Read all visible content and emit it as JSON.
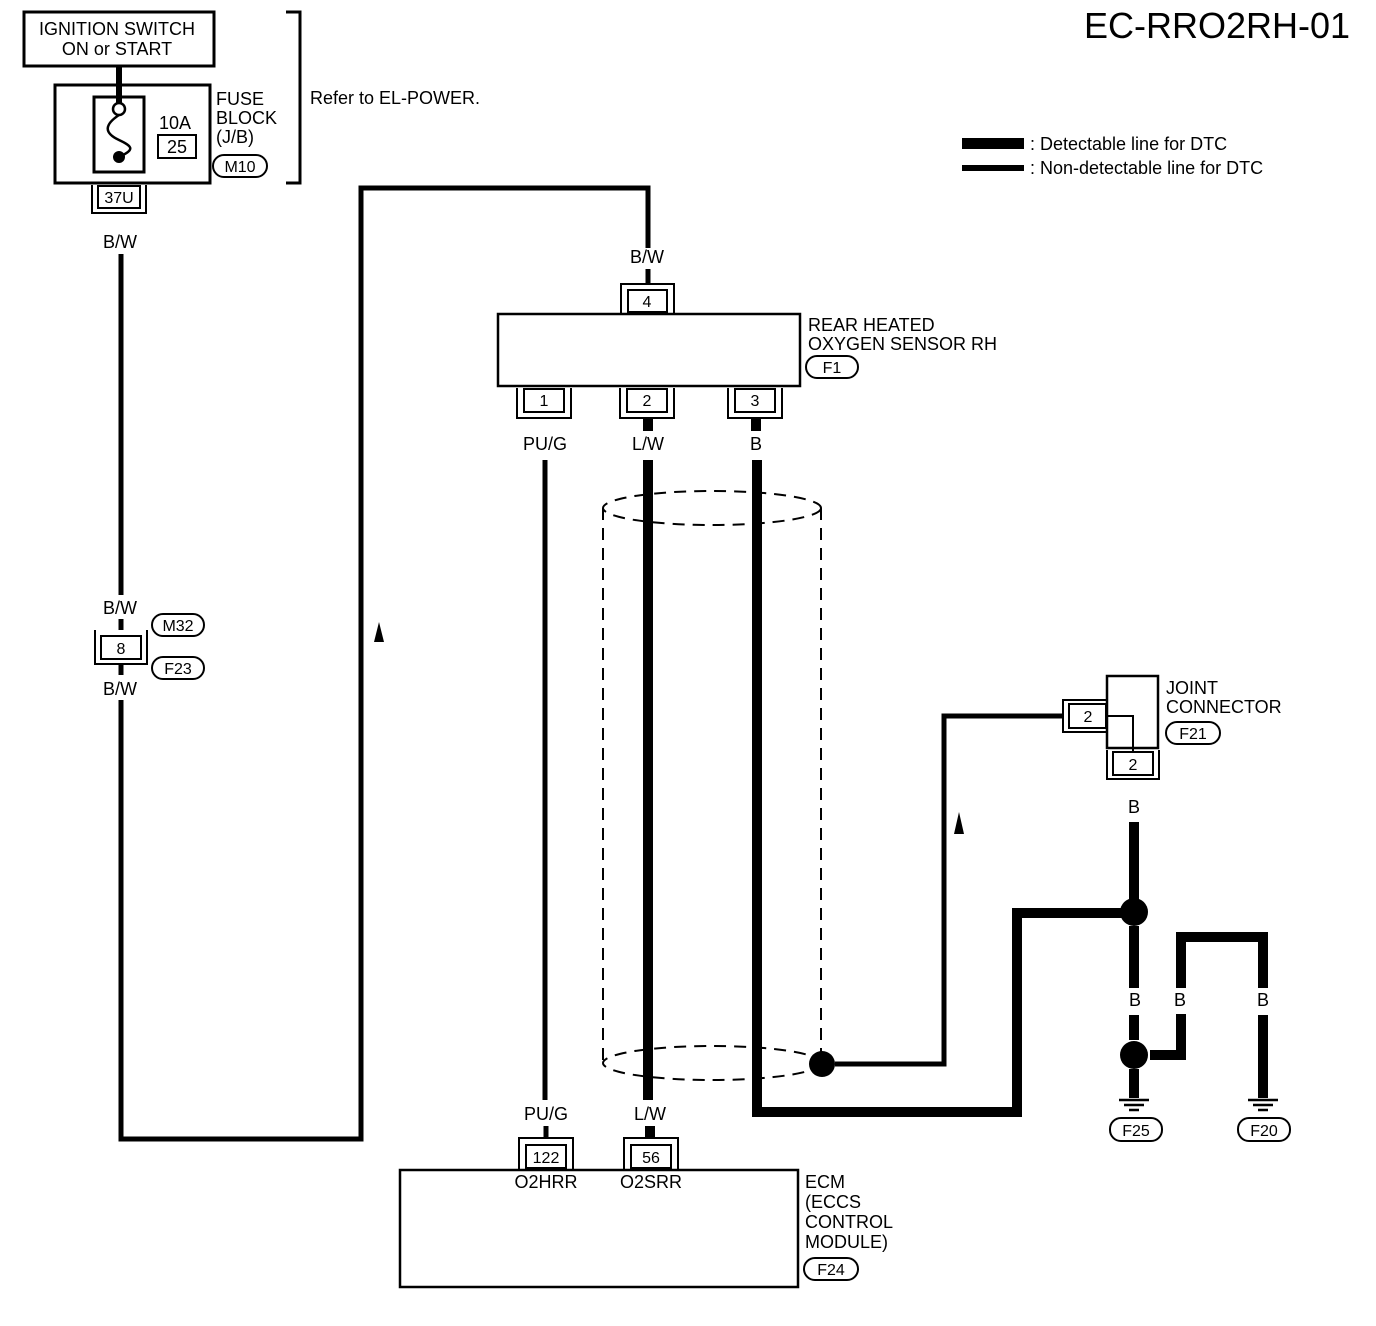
{
  "diagram_id": "EC-RRO2RH-01",
  "legend": {
    "detectable": ": Detectable line for DTC",
    "non_detectable": ": Non-detectable line for DTC"
  },
  "ignition": {
    "line1": "IGNITION SWITCH",
    "line2": "ON or START"
  },
  "fuse_block": {
    "line1": "FUSE",
    "line2": "BLOCK",
    "line3": "(J/B)",
    "rating": "10A",
    "fuse_no": "25",
    "connector": "M10",
    "terminal": "37U",
    "refer": "Refer to EL-POWER."
  },
  "wires": {
    "bw_1": "B/W",
    "bw_2": "B/W",
    "bw_3": "B/W",
    "bw_sensor": "B/W",
    "pug_top": "PU/G",
    "lw_top": "L/W",
    "b_top": "B",
    "pug_bottom": "PU/G",
    "lw_bottom": "L/W",
    "b_joint": "B",
    "b_left": "B",
    "b_mid": "B",
    "b_right": "B"
  },
  "inline_connector": {
    "pin": "8",
    "male": "M32",
    "female": "F23"
  },
  "sensor": {
    "line1": "REAR HEATED",
    "line2": "OXYGEN SENSOR RH",
    "connector": "F1",
    "pin_top": "4",
    "pin1": "1",
    "pin2": "2",
    "pin3": "3"
  },
  "joint_connector": {
    "line1": "JOINT",
    "line2": "CONNECTOR",
    "connector": "F21",
    "pin_side": "2",
    "pin_bottom": "2"
  },
  "grounds": {
    "g1": "F25",
    "g2": "F20"
  },
  "ecm": {
    "line1": "ECM",
    "line2": "(ECCS",
    "line3": "CONTROL",
    "line4": "MODULE)",
    "connector": "F24",
    "pin_a": "122",
    "pin_a_name": "O2HRR",
    "pin_b": "56",
    "pin_b_name": "O2SRR"
  }
}
